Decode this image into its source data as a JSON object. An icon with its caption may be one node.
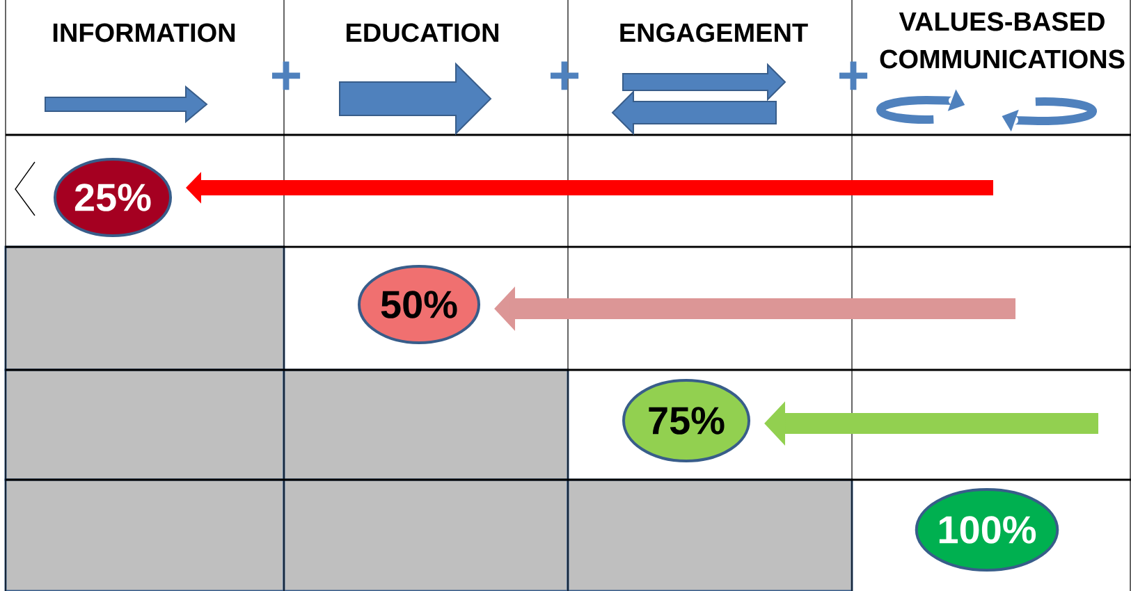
{
  "diagram": {
    "nodes": [
      {
        "text": [
          "25%"
        ]
      },
      {
        "text": [
          "50%"
        ]
      },
      {
        "text": [
          "75%"
        ]
      },
      {
        "text": [
          "100%"
        ]
      }
    ],
    "edges": [
      {
        "from": null,
        "to": 0,
        "arrow": "to",
        "color": "#ff0000"
      },
      {
        "from": null,
        "to": 1,
        "arrow": "to",
        "color": "#dc9696"
      },
      {
        "from": null,
        "to": 2,
        "arrow": "to",
        "color": "#92d050"
      }
    ],
    "labels": [
      "INFORMATION",
      "+",
      "EDUCATION",
      "+",
      "ENGAGEMENT",
      "+",
      "VALUES-BASED COMMUNICATIONS"
    ]
  }
}
